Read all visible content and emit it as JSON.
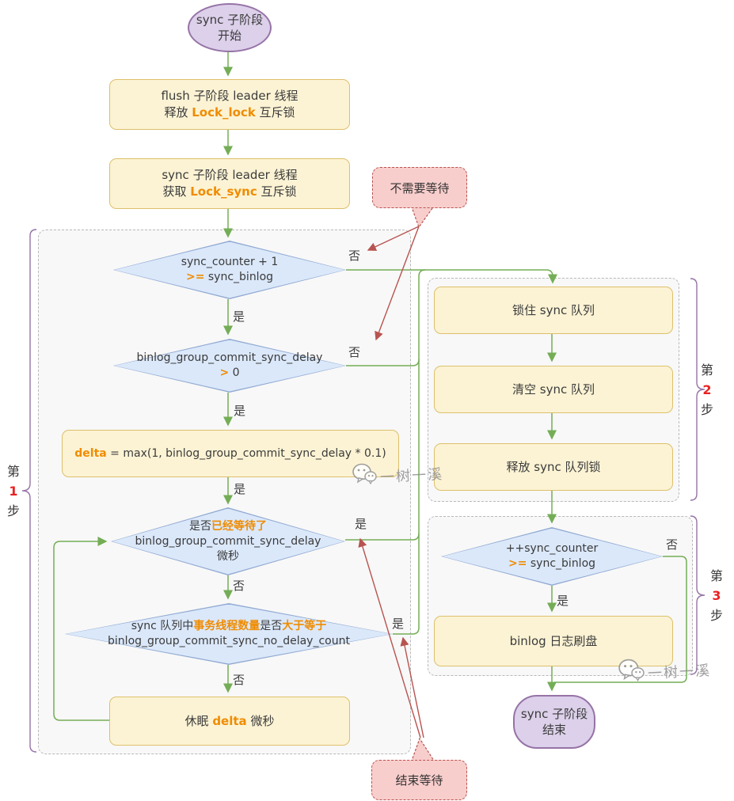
{
  "labels": {
    "yes": "是",
    "no": "否"
  },
  "nodes": {
    "start": {
      "line1": "sync 子阶段",
      "line2": "开始"
    },
    "flush_box": {
      "line1": "flush 子阶段 leader 线程",
      "line2_pre": "释放 ",
      "line2_hl": "Lock_lock",
      "line2_post": " 互斥锁"
    },
    "sync_box": {
      "line1": "sync 子阶段 leader 线程",
      "line2_pre": "获取 ",
      "line2_hl": "Lock_sync",
      "line2_post": " 互斥锁"
    },
    "d1": {
      "line1": "sync_counter + 1",
      "hl": ">=",
      "post": " sync_binlog"
    },
    "d2": {
      "line1": "binlog_group_commit_sync_delay",
      "hl": ">",
      "post": " 0"
    },
    "delta_box": {
      "hl": "delta",
      "post": " = max(1, binlog_group_commit_sync_delay * 0.1)"
    },
    "d3": {
      "pre": "是否",
      "hl": "已经等待了",
      "line2": "binlog_group_commit_sync_delay",
      "line3": "微秒"
    },
    "d4": {
      "pre": "sync 队列中",
      "hl1": "事务线程数量",
      "mid": "是否",
      "hl2": "大于等于",
      "line2": "binlog_group_commit_sync_no_delay_count"
    },
    "sleep_box": {
      "pre": "休眠 ",
      "hl": "delta",
      "post": " 微秒"
    },
    "lock_queue": "锁住 sync 队列",
    "clear_queue": "清空 sync 队列",
    "release_queue": "释放 sync 队列锁",
    "d5": {
      "line1": "++sync_counter",
      "hl": ">=",
      "post": " sync_binlog"
    },
    "flush_disk": "binlog 日志刷盘",
    "end": {
      "line1": "sync 子阶段",
      "line2": "结束"
    }
  },
  "callouts": {
    "no_wait": "不需要等待",
    "end_wait": "结束等待"
  },
  "steps": [
    {
      "pre": "第",
      "num": "1",
      "post": "步"
    },
    {
      "pre": "第",
      "num": "2",
      "post": "步"
    },
    {
      "pre": "第",
      "num": "3",
      "post": "步"
    }
  ],
  "watermark": {
    "text": "一树一溪"
  },
  "colors": {
    "box_fill": "#fcf3d4",
    "box_border": "#ddc06c",
    "diamond_fill": "#dbe8fa",
    "diamond_border": "#91aad2",
    "terminal_fill": "#dcd0ea",
    "terminal_border": "#9673a6",
    "callout_fill": "#f8cecc",
    "callout_border": "#b85450",
    "edge_green": "#74ad56",
    "edge_red": "#b85450",
    "highlight_orange": "#f08c00",
    "step_number_red": "#e82222",
    "group_fill": "#f8f8f8",
    "group_border": "#b9b9b9",
    "brace_purple": "#9673a6"
  }
}
